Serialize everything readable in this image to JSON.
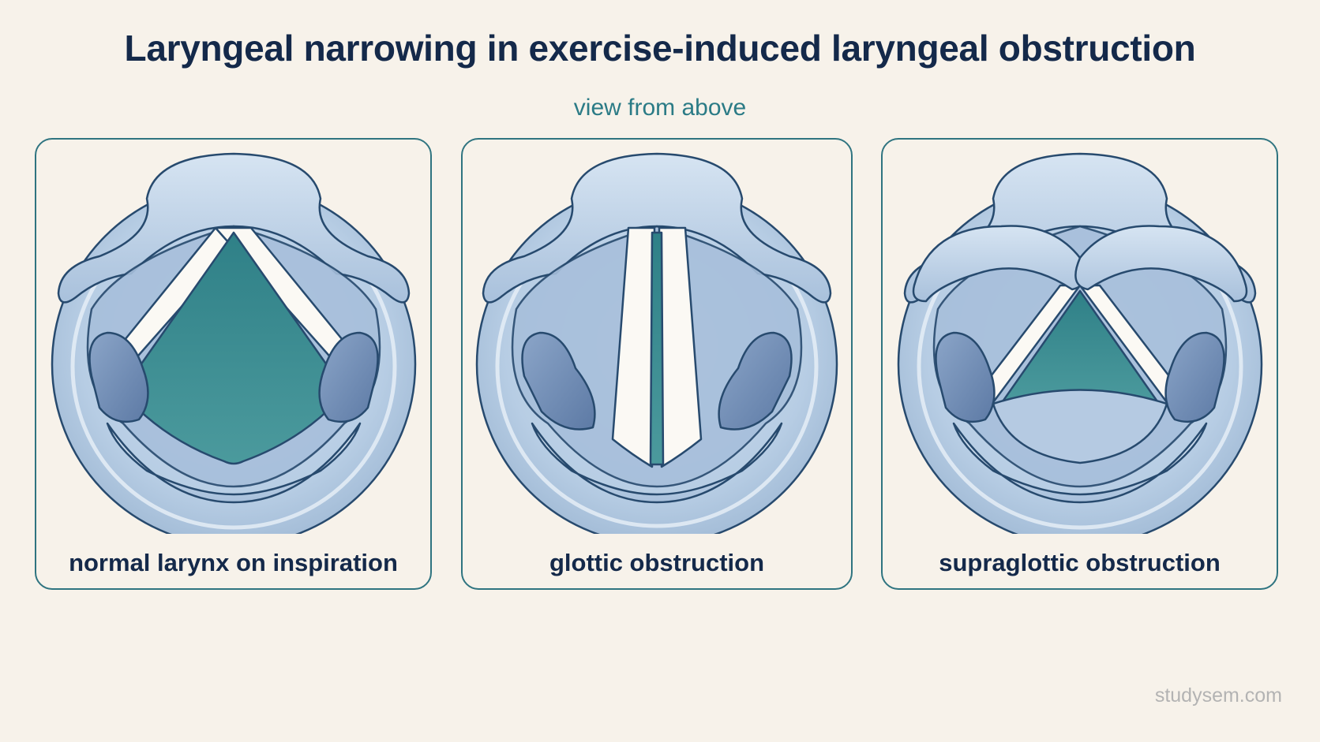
{
  "title": "Laryngeal narrowing in exercise-induced laryngeal obstruction",
  "subtitle": "view from above",
  "panels": [
    {
      "label": "normal larynx on inspiration"
    },
    {
      "label": "glottic obstruction"
    },
    {
      "label": "supraglottic obstruction"
    }
  ],
  "watermark": "studysem.com",
  "colors": {
    "background": "#f7f2ea",
    "title": "#14294a",
    "subtitle": "#2b7b86",
    "panel_border": "#2f7480",
    "tissue": "#bcd1e6",
    "airway": "#3f8e93"
  }
}
